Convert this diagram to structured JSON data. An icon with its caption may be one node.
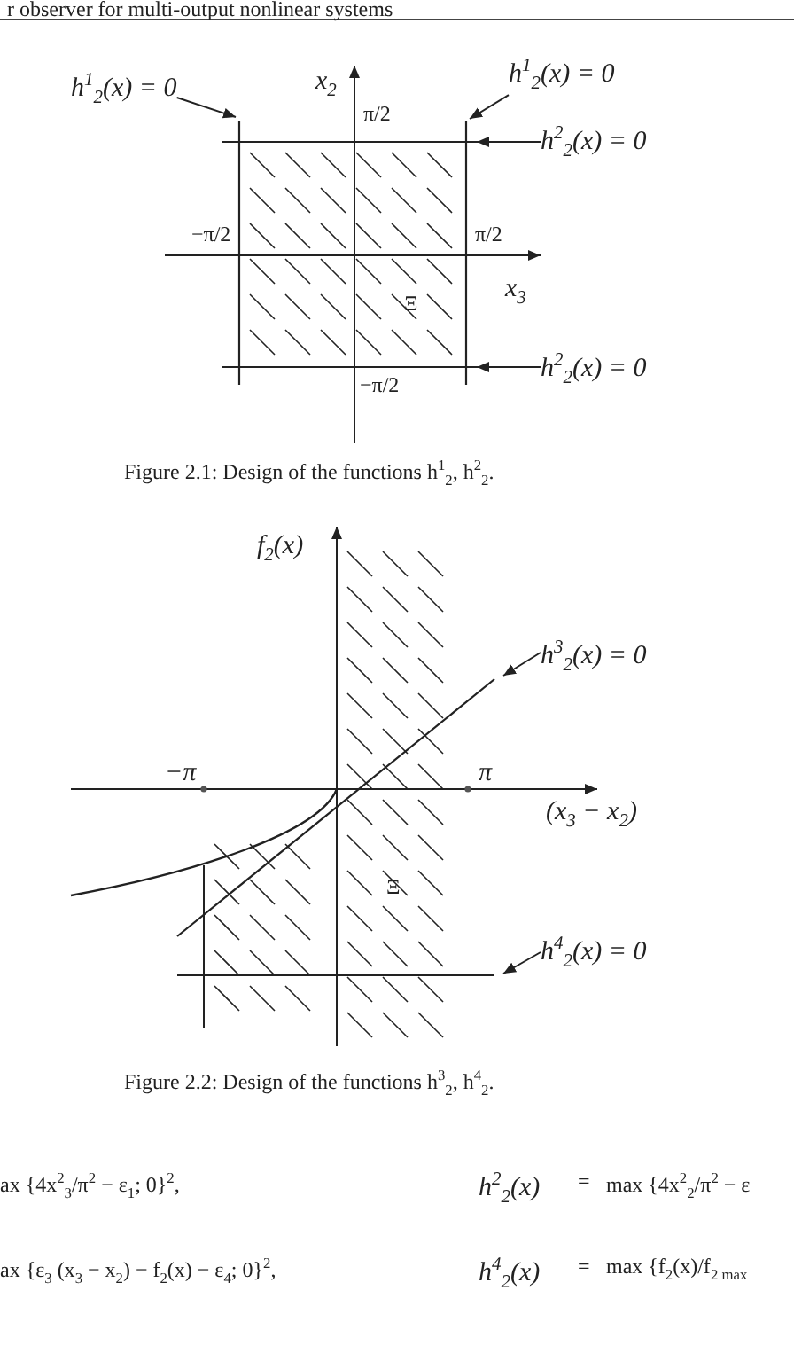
{
  "diagram": {
    "nodes": [
      {
        "text": [
          "h$^{1}$$_{2}$(x) = 0"
        ]
      },
      {
        "text": [
          "h$^{1}$$_{2}$(x) = 0"
        ]
      },
      {
        "text": [
          "h$^{2}$$_{2}$(x) = 0"
        ]
      },
      {
        "text": [
          "h$^{2}$$_{2}$(x) = 0"
        ]
      },
      {
        "text": [
          "h$^{3}$$_{2}$(x) = 0"
        ]
      },
      {
        "text": [
          "h$^{4}$$_{2}$(x) = 0"
        ]
      }
    ],
    "edges": [
      {
        "from": 0,
        "to": null,
        "arrow": "to"
      },
      {
        "from": 1,
        "to": null,
        "arrow": "to"
      },
      {
        "from": 2,
        "to": null,
        "arrow": "to"
      },
      {
        "from": 3,
        "to": null,
        "arrow": "to"
      },
      {
        "from": 4,
        "to": null,
        "arrow": "to"
      },
      {
        "from": 5,
        "to": null,
        "arrow": "to"
      }
    ],
    "labels": [
      "r observer for multi-output nonlinear systems",
      "x$_{2}$",
      "π/2",
      "−π/2",
      "π/2",
      "x$_{3}$",
      "Ξ",
      "−π/2",
      "Figure 2.1: Design of the functions h$^{1}$$_{2}$, h$^{2}$$_{2}$.",
      "f$_{2}$(x)",
      "−π",
      "π",
      "(x$_{3}$ − x$_{2}$)",
      "Ξ",
      "Figure 2.2: Design of the functions h$^{3}$$_{2}$, h$^{4}$$_{2}$.",
      "ax {4x$^{2}$$_{3}$/π$^{2}$ − ε$_{1}$; 0}$^{2}$,",
      "h$^{2}$$_{2}$(x)",
      "=",
      "max {4x$^{2}$$_{2}$/π$^{2}$ − ε",
      "ax {ε$_{3}$ (x$_{3}$ − x$_{2}$) − f$_{2}$(x) − ε$_{4}$; 0}$^{2}$,",
      "h$^{4}$$_{2}$(x)",
      "=",
      "max {f$_{2}$(x)/f$_{2 max}$"
    ]
  }
}
